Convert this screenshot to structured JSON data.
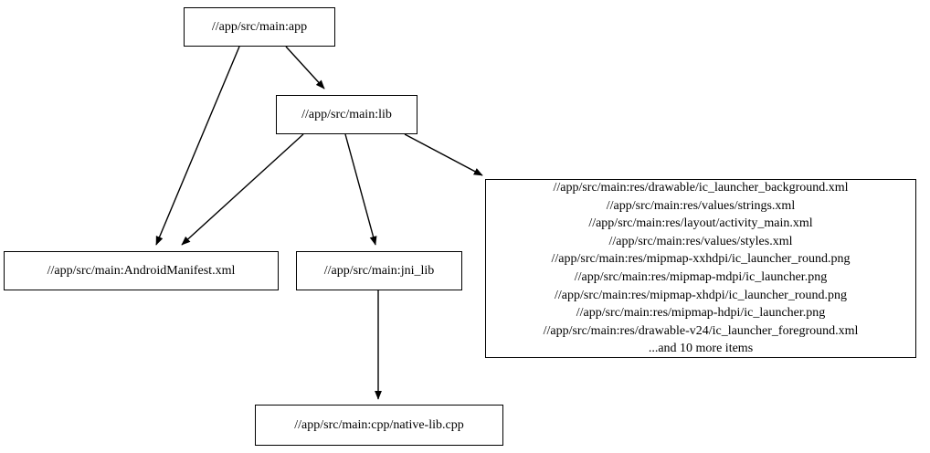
{
  "graph": {
    "type": "directed-dependency-graph",
    "background_color": "#ffffff",
    "node_border_color": "#000000",
    "edge_color": "#000000",
    "nodes": [
      {
        "id": "app",
        "label": "//app/src/main:app"
      },
      {
        "id": "lib",
        "label": "//app/src/main:lib"
      },
      {
        "id": "manifest",
        "label": "//app/src/main:AndroidManifest.xml"
      },
      {
        "id": "jni_lib",
        "label": "//app/src/main:jni_lib"
      },
      {
        "id": "native_lib",
        "label": "//app/src/main:cpp/native-lib.cpp"
      },
      {
        "id": "res",
        "label": "//app/src/main:res/drawable/ic_launcher_background.xml\n//app/src/main:res/values/strings.xml\n//app/src/main:res/layout/activity_main.xml\n//app/src/main:res/values/styles.xml\n//app/src/main:res/mipmap-xxhdpi/ic_launcher_round.png\n//app/src/main:res/mipmap-mdpi/ic_launcher.png\n//app/src/main:res/mipmap-xhdpi/ic_launcher_round.png\n//app/src/main:res/mipmap-hdpi/ic_launcher.png\n//app/src/main:res/drawable-v24/ic_launcher_foreground.xml\n...and 10 more items",
        "lines": [
          "//app/src/main:res/drawable/ic_launcher_background.xml",
          "//app/src/main:res/values/strings.xml",
          "//app/src/main:res/layout/activity_main.xml",
          "//app/src/main:res/values/styles.xml",
          "//app/src/main:res/mipmap-xxhdpi/ic_launcher_round.png",
          "//app/src/main:res/mipmap-mdpi/ic_launcher.png",
          "//app/src/main:res/mipmap-xhdpi/ic_launcher_round.png",
          "//app/src/main:res/mipmap-hdpi/ic_launcher.png",
          "//app/src/main:res/drawable-v24/ic_launcher_foreground.xml",
          "...and 10 more items"
        ]
      }
    ],
    "edges": [
      {
        "from": "app",
        "to": "manifest"
      },
      {
        "from": "app",
        "to": "lib"
      },
      {
        "from": "lib",
        "to": "manifest"
      },
      {
        "from": "lib",
        "to": "jni_lib"
      },
      {
        "from": "lib",
        "to": "res"
      },
      {
        "from": "jni_lib",
        "to": "native_lib"
      }
    ]
  }
}
